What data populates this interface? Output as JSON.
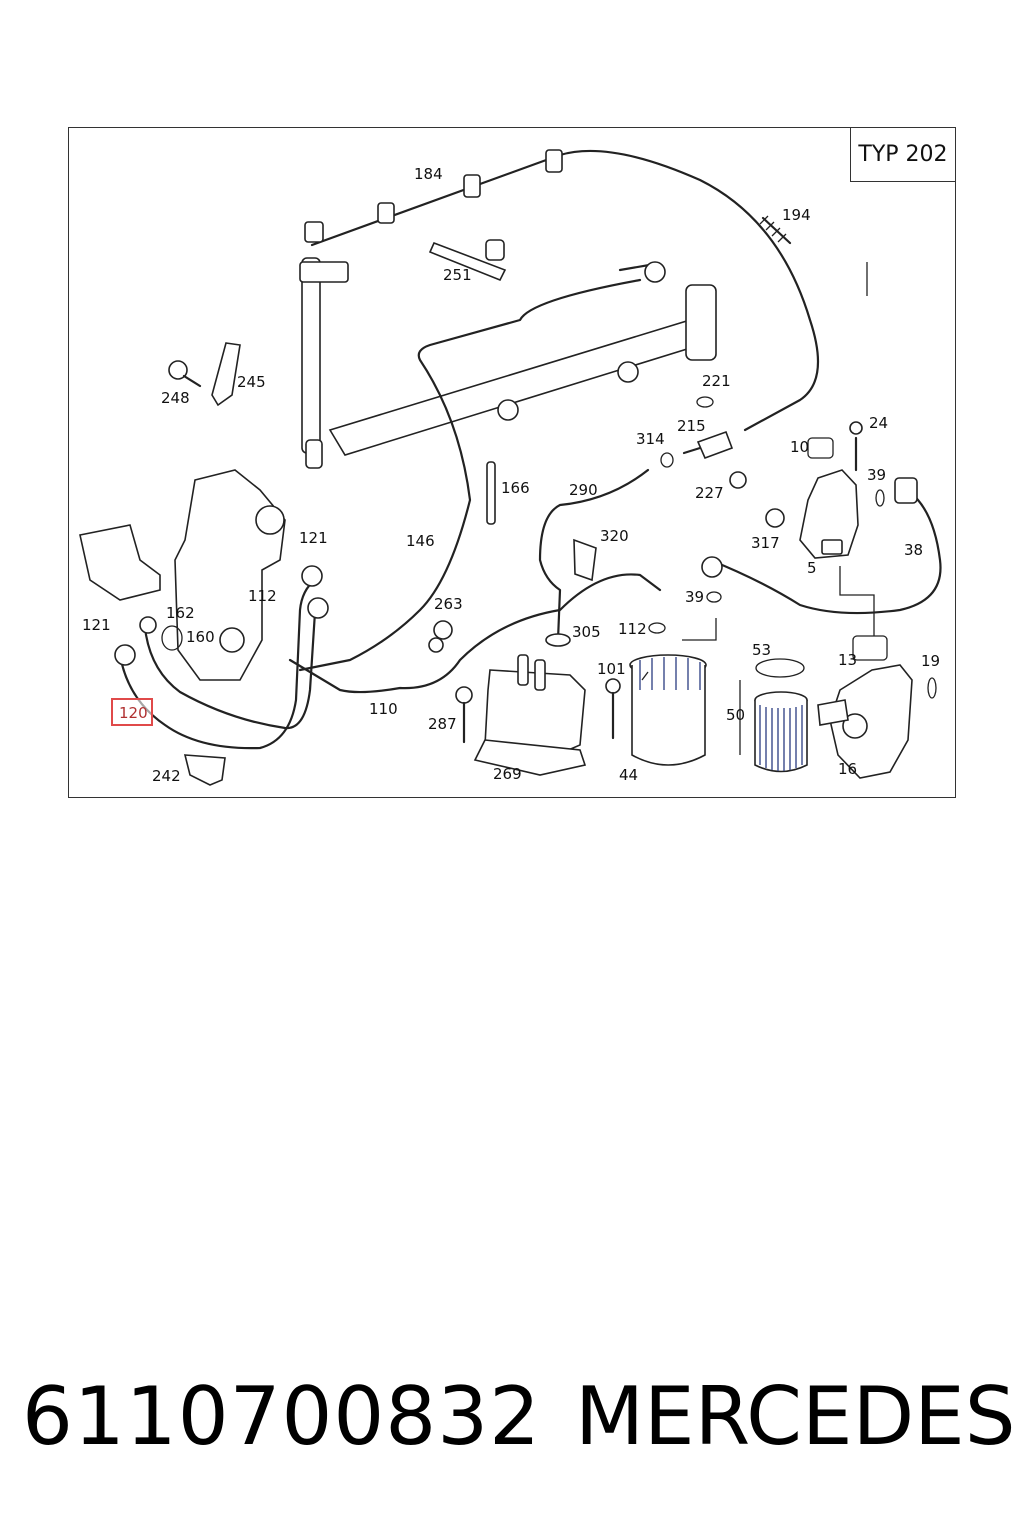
{
  "diagram": {
    "type_label": "TYP 202",
    "callouts": {
      "p184": "184",
      "p194": "194",
      "p251": "251",
      "p245": "245",
      "p248": "248",
      "p221": "221",
      "p314": "314",
      "p215": "215",
      "p24": "24",
      "p10": "10",
      "p39a": "39",
      "p227": "227",
      "p166": "166",
      "p290": "290",
      "p146": "146",
      "p121a": "121",
      "p317": "317",
      "p38": "38",
      "p5": "5",
      "p112a": "112",
      "p320": "320",
      "p162": "162",
      "p160": "160",
      "p121b": "121",
      "p263": "263",
      "p39b": "39",
      "p305": "305",
      "p112b": "112",
      "p53": "53",
      "p13": "13",
      "p19": "19",
      "p101": "101",
      "p120": "120",
      "p110": "110",
      "p287": "287",
      "p50": "50",
      "p242": "242",
      "p269": "269",
      "p44": "44",
      "p16": "16"
    }
  },
  "footer": {
    "part_number": "6110700832",
    "brand": "MERCEDES"
  }
}
